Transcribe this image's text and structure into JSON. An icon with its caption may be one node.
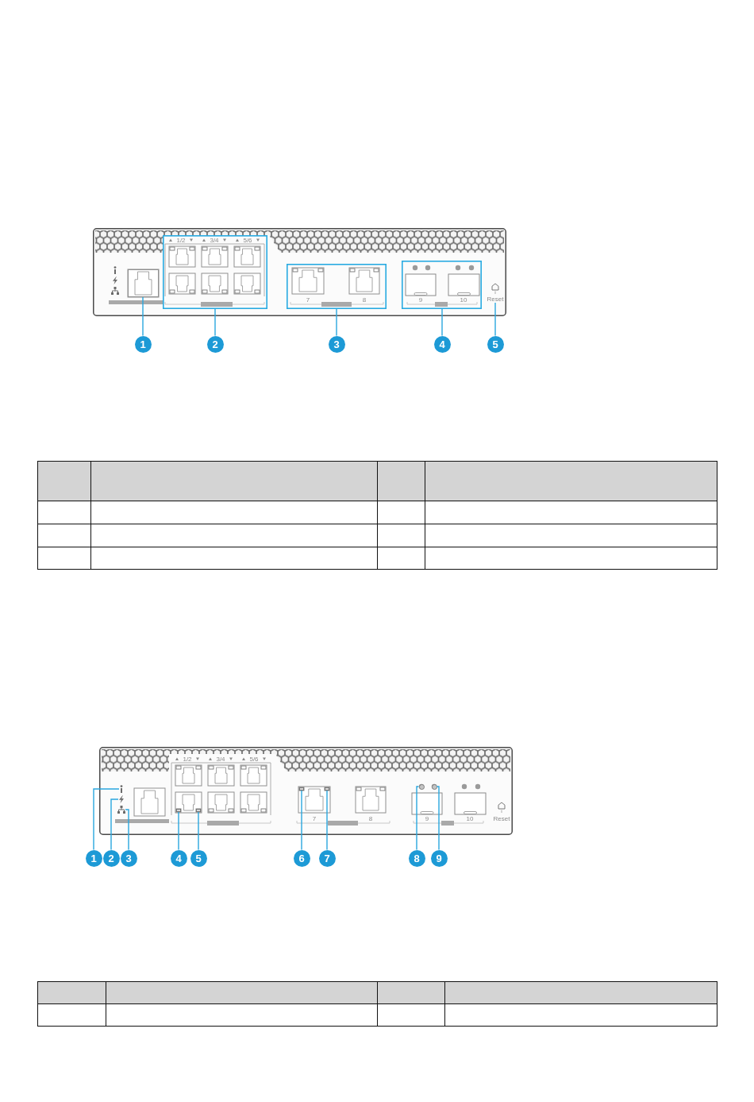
{
  "diagram": {
    "nodes": [
      {
        "text": [],
        "shape": "box"
      },
      {
        "text": [],
        "shape": "box"
      },
      {
        "text": [],
        "shape": "box"
      },
      {
        "text": [],
        "shape": "box"
      },
      {
        "text": [],
        "shape": "picture",
        "beside": [
          "Reset"
        ]
      },
      {
        "text": [
          "1"
        ]
      },
      {
        "text": [
          "2"
        ]
      },
      {
        "text": [
          "3"
        ]
      },
      {
        "text": [
          "4"
        ]
      },
      {
        "text": [
          "5"
        ]
      },
      {
        "text": [],
        "shape": "picture"
      },
      {
        "text": [],
        "shape": "picture"
      },
      {
        "text": [],
        "shape": "picture"
      },
      {
        "text": [],
        "shape": "box"
      },
      {
        "text": [],
        "shape": "box"
      },
      {
        "text": [],
        "shape": "box"
      },
      {
        "text": [],
        "shape": "box"
      },
      {
        "text": [],
        "shape": "circle"
      },
      {
        "text": [],
        "shape": "circle"
      },
      {
        "text": [
          "1"
        ]
      },
      {
        "text": [
          "2"
        ]
      },
      {
        "text": [
          "3"
        ]
      },
      {
        "text": [
          "4"
        ]
      },
      {
        "text": [
          "5"
        ]
      },
      {
        "text": [
          "6"
        ]
      },
      {
        "text": [
          "7"
        ]
      },
      {
        "text": [
          "8"
        ]
      },
      {
        "text": [
          "9"
        ]
      }
    ],
    "edges": [
      {
        "from": 5,
        "to": 0,
        "arrow": "none"
      },
      {
        "from": 6,
        "to": 1,
        "arrow": "none"
      },
      {
        "from": 7,
        "to": 2,
        "arrow": "none"
      },
      {
        "from": 8,
        "to": 3,
        "arrow": "none"
      },
      {
        "from": 9,
        "to": 4,
        "arrow": "none"
      },
      {
        "from": 19,
        "to": 10,
        "arrow": "none"
      },
      {
        "from": 20,
        "to": 11,
        "arrow": "none"
      },
      {
        "from": 21,
        "to": 12,
        "arrow": "none"
      },
      {
        "from": 22,
        "to": 13,
        "arrow": "none"
      },
      {
        "from": 23,
        "to": 14,
        "arrow": "none"
      },
      {
        "from": 24,
        "to": 15,
        "arrow": "none"
      },
      {
        "from": 25,
        "to": 16,
        "arrow": "none"
      },
      {
        "from": 26,
        "to": 17,
        "arrow": "none"
      },
      {
        "from": 27,
        "to": 18,
        "arrow": "none"
      }
    ],
    "labels": [
      "1/2",
      "3/4",
      "5/6",
      "7",
      "8",
      "9",
      "10",
      "1/2",
      "3/4",
      "5/6",
      "7",
      "8",
      "9",
      "10",
      "Reset"
    ]
  }
}
